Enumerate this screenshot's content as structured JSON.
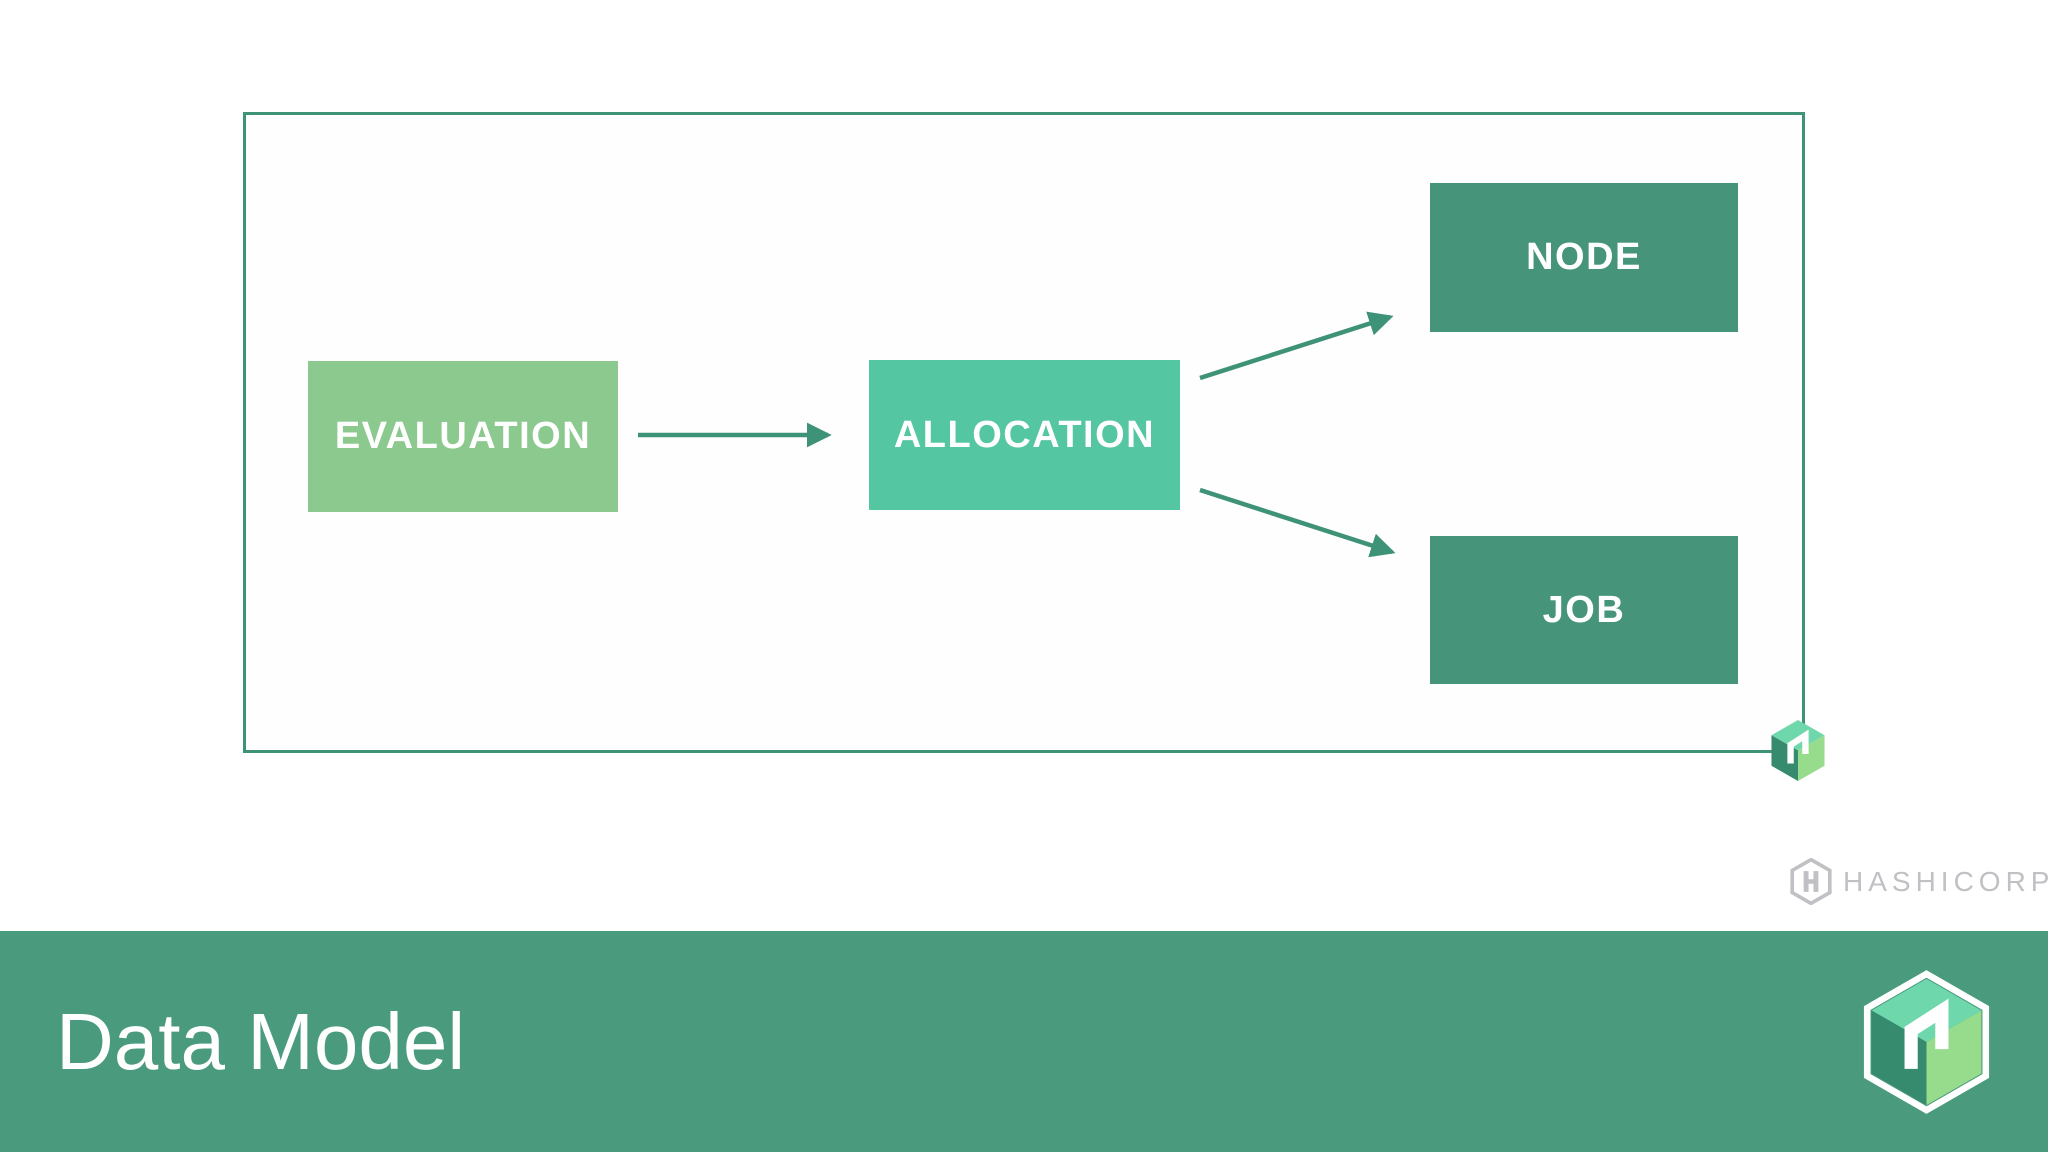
{
  "diagram": {
    "frame_color": "#3E9277",
    "arrow_color": "#3E9277",
    "nodes": [
      {
        "label": "EVALUATION",
        "color": "#8CC98E"
      },
      {
        "label": "ALLOCATION",
        "color": "#54C6A1"
      },
      {
        "label": "NODE",
        "color": "#46947A"
      },
      {
        "label": "JOB",
        "color": "#46947A"
      }
    ],
    "edges": [
      {
        "from": "EVALUATION",
        "to": "ALLOCATION"
      },
      {
        "from": "ALLOCATION",
        "to": "NODE"
      },
      {
        "from": "ALLOCATION",
        "to": "JOB"
      }
    ]
  },
  "branding": {
    "wordmark": "HASHICORP",
    "wordmark_color": "#C1C1C5",
    "nomad_logo_colors": {
      "top_face": "#6ED7AC",
      "left_face": "#368A6E",
      "right_face": "#97DC8C",
      "mark": "#FFFFFF"
    }
  },
  "footer": {
    "title": "Data Model",
    "background": "#4A9B7E",
    "text_color": "#FFFFFF"
  }
}
